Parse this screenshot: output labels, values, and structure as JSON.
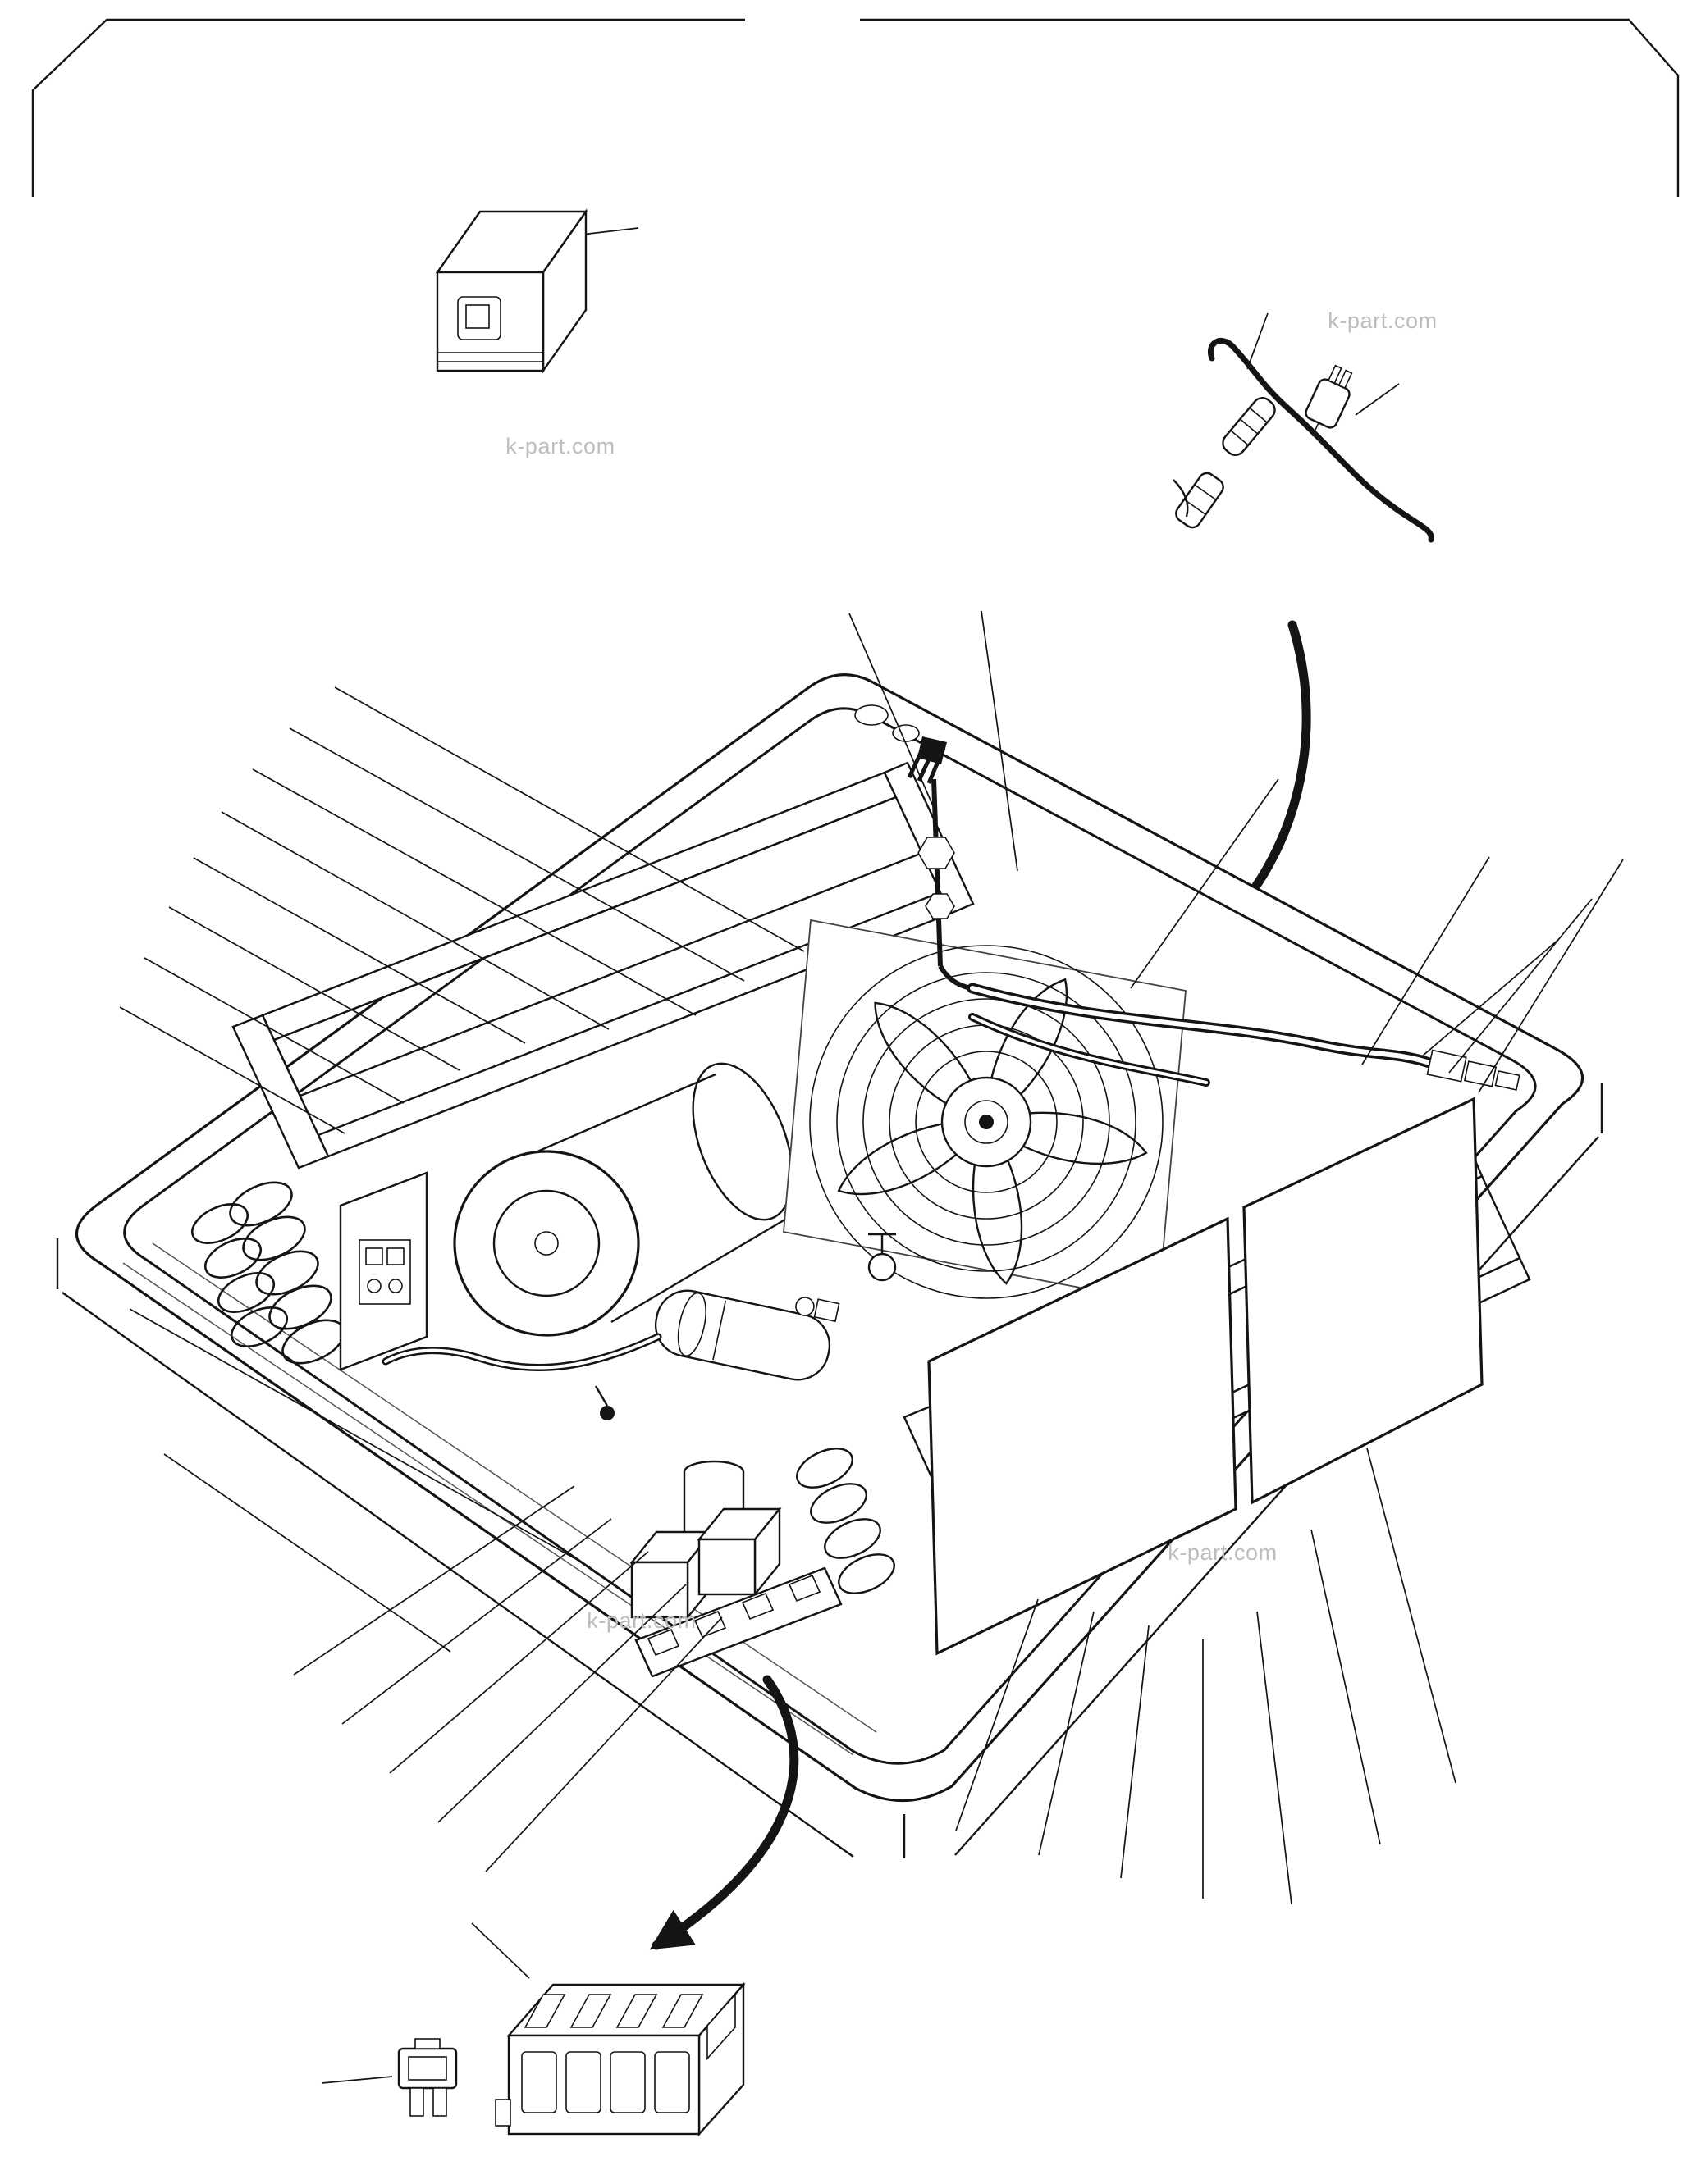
{
  "page": {
    "background_color": "#ffffff",
    "line_color": "#141414",
    "watermark_color": "#bdbdbd"
  },
  "watermarks": [
    {
      "text": "k-part.com"
    },
    {
      "text": "k-part.com"
    },
    {
      "text": "k-part.com"
    },
    {
      "text": "k-part.com"
    }
  ],
  "diagram": {
    "kind": "exploded-isometric-parts-diagram",
    "subject": "air-conditioner-unit-assembly",
    "components": [
      "corner-trim-marks",
      "control-box",
      "wiring-harness",
      "temperature-sensor",
      "power-plug",
      "connector",
      "flow-arrow",
      "base-pan",
      "rear-condenser-coil",
      "coil-tube-loops",
      "terminal-panel",
      "blower-assembly",
      "axial-fan",
      "fan-guard",
      "fan-shroud",
      "front-condenser-coil",
      "protective-grille-left",
      "protective-grille-right",
      "receiver-drier",
      "muffler",
      "refrigerant-hose",
      "discharge-pipe",
      "service-valve",
      "relay-blocks",
      "terminal-strip",
      "fuse-box",
      "blade-fuse",
      "leader-lines"
    ]
  }
}
